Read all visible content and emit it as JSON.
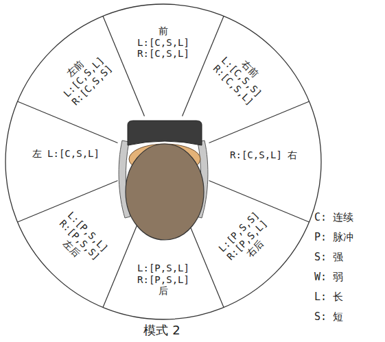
{
  "diagram": {
    "caption": "模式 2",
    "nodes": [
      {
        "text": [
          "前",
          "L:[C,S,L]",
          "R:[C,S,L]"
        ]
      },
      {
        "text": [
          "右前",
          "L:[C,S,S]",
          "R:[C,S,L]"
        ]
      },
      {
        "text": [
          "右",
          "R:[C,S,L]"
        ]
      },
      {
        "text": [
          "右后",
          "L:[P,S,S]",
          "R:[P,S,L]"
        ]
      },
      {
        "text": [
          "后",
          "L:[P,S,L]",
          "R:[P,S,L]"
        ]
      },
      {
        "text": [
          "左后",
          "L:[P,S,L]",
          "R:[P,S,S]"
        ]
      },
      {
        "text": [
          "左",
          "L:[C,S,L]"
        ]
      },
      {
        "text": [
          "左前",
          "L:[C,S,L]",
          "R:[C,S,S]"
        ]
      }
    ],
    "labels": [
      "C: 连续",
      "P: 脉冲",
      "S: 强",
      "W: 弱",
      "L: 长",
      "S: 短"
    ]
  }
}
